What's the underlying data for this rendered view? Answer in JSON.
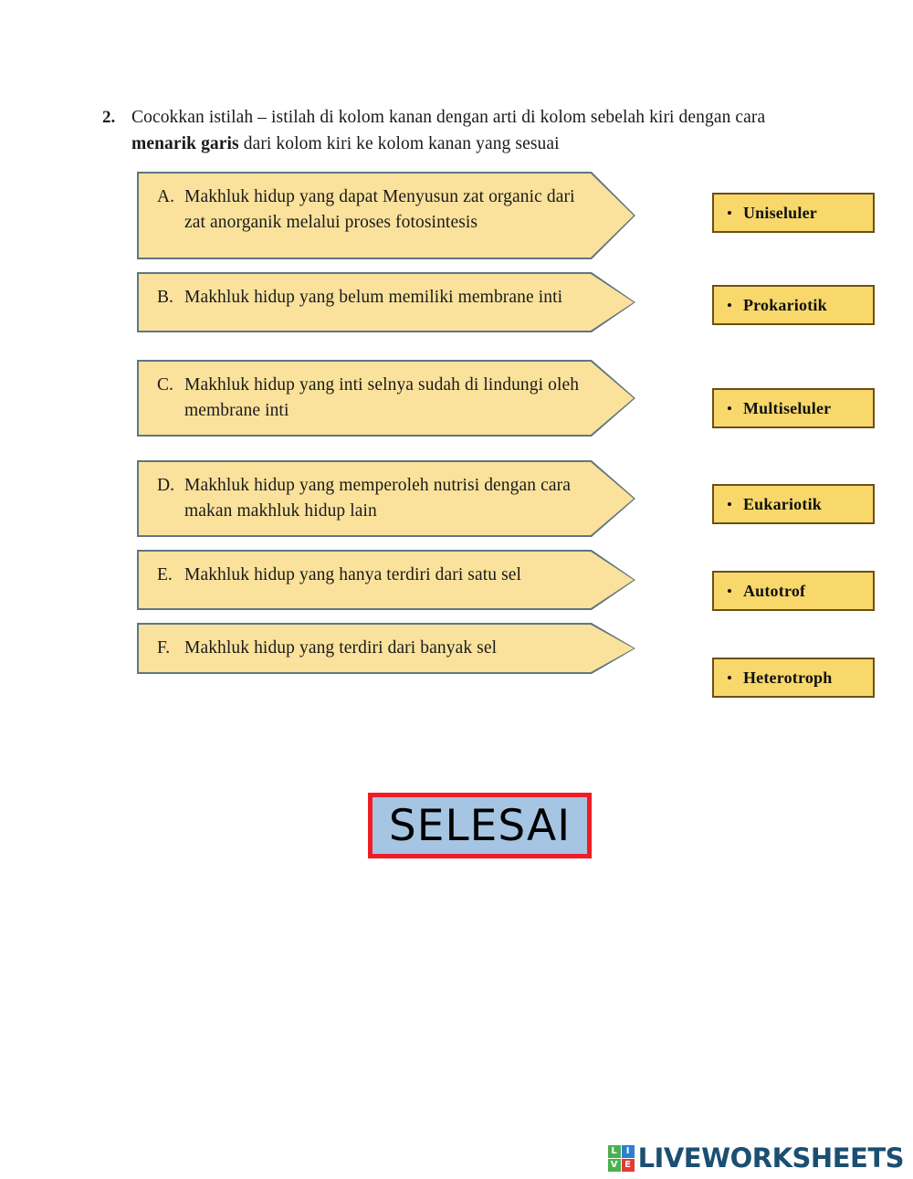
{
  "question": {
    "number": "2.",
    "text_before_bold": "Cocokkan istilah – istilah di kolom kanan dengan arti di kolom sebelah kiri dengan cara ",
    "bold_text": "menarik garis",
    "text_after_bold": " dari kolom kiri ke kolom kanan yang sesuai"
  },
  "definitions": [
    {
      "letter": "A.",
      "text": "Makhluk hidup yang dapat Menyusun zat organic dari zat anorganik melalui proses fotosintesis"
    },
    {
      "letter": "B.",
      "text": "Makhluk hidup yang belum memiliki membrane inti"
    },
    {
      "letter": "C.",
      "text": "Makhluk hidup yang inti selnya sudah di lindungi oleh membrane inti"
    },
    {
      "letter": "D.",
      "text": "Makhluk hidup yang memperoleh nutrisi dengan cara makan makhluk hidup lain"
    },
    {
      "letter": "E.",
      "text": "Makhluk hidup yang hanya terdiri dari satu sel"
    },
    {
      "letter": "F.",
      "text": "Makhluk hidup yang terdiri dari banyak sel"
    }
  ],
  "terms": [
    {
      "bullet": "•",
      "label": "Uniseluler"
    },
    {
      "bullet": "•",
      "label": "Prokariotik"
    },
    {
      "bullet": "•",
      "label": "Multiseluler"
    },
    {
      "bullet": "•",
      "label": "Eukariotik"
    },
    {
      "bullet": "•",
      "label": "Autotrof"
    },
    {
      "bullet": "•",
      "label": "Heterotroph"
    }
  ],
  "submit": {
    "label": "SELESAI"
  },
  "footer": {
    "wordmark": "LIVEWORKSHEETS",
    "tiles": [
      {
        "letter": "L",
        "color": "#4caf50"
      },
      {
        "letter": "I",
        "color": "#2f7fd1"
      },
      {
        "letter": "V",
        "color": "#4caf50"
      },
      {
        "letter": "E",
        "color": "#e23b34"
      }
    ]
  },
  "colors": {
    "arrow_fill": "#fae29c",
    "arrow_border": "#5f7583",
    "term_fill": "#f8d86b",
    "term_border": "#6b4f15",
    "submit_fill": "#a5c5e2",
    "submit_border": "#ee1c24",
    "logo_text": "#1b4f72"
  }
}
